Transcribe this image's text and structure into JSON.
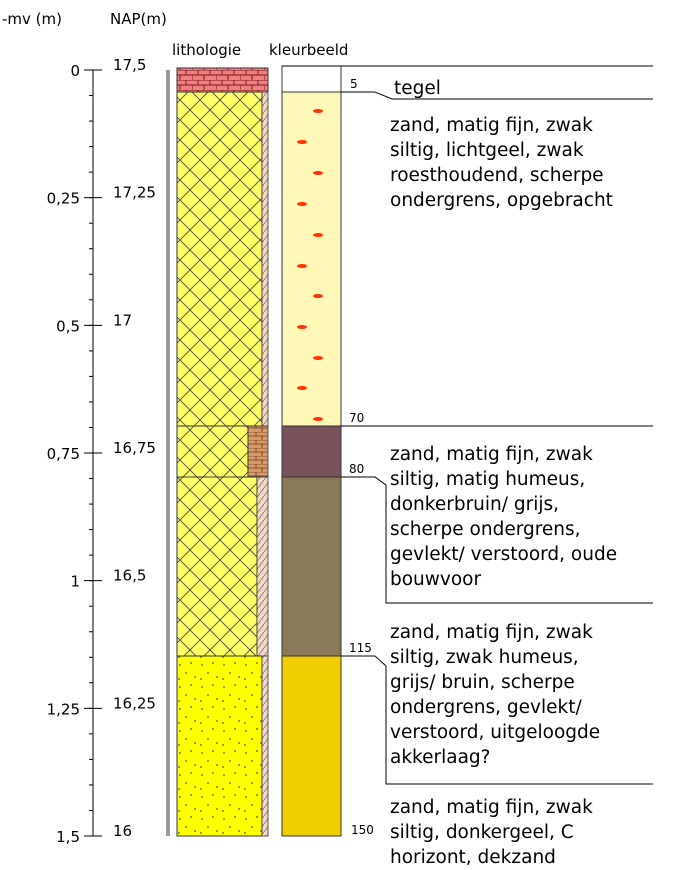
{
  "headers": {
    "mv": "-mv (m)",
    "nap": "NAP(m)",
    "lithologie": "lithologie",
    "kleurbeeld": "kleurbeeld"
  },
  "axis": {
    "mv_labels": [
      "0",
      "0,25",
      "0,5",
      "0,75",
      "1",
      "1,25",
      "1,5"
    ],
    "nap_labels": [
      "17,5",
      "17,25",
      "17",
      "16,75",
      "16,5",
      "16,25",
      "16"
    ]
  },
  "depth_labels": [
    "5",
    "70",
    "80",
    "115",
    "150"
  ],
  "layers": [
    {
      "top_cm": 0,
      "bottom_cm": 5,
      "lithology": "tegel",
      "color": "#ffffff"
    },
    {
      "top_cm": 5,
      "bottom_cm": 70,
      "lithology": "zand",
      "color": "#fff7b8"
    },
    {
      "top_cm": 70,
      "bottom_cm": 80,
      "lithology": "zand",
      "color": "#7a5259"
    },
    {
      "top_cm": 80,
      "bottom_cm": 115,
      "lithology": "zand",
      "color": "#8b7a5a"
    },
    {
      "top_cm": 115,
      "bottom_cm": 150,
      "lithology": "zand",
      "color": "#f0cf00"
    }
  ],
  "descriptions": [
    "tegel",
    "zand, matig fijn, zwak\nsiltig, lichtgeel, zwak\nroesthoudend, scherpe\nondergrens, opgebracht",
    "zand, matig fijn, zwak\nsiltig, matig humeus,\ndonkerbruin/ grijs,\nscherpe ondergrens,\ngevlekt/ verstoord, oude\nbouwvoor",
    "zand, matig fijn, zwak\nsiltig, zwak humeus,\ngrijs/ bruin, scherpe\nondergrens, gevlekt/\nverstoord, uitgeloogde\nakkerlaag?",
    "zand, matig fijn, zwak\nsiltig, donkergeel, C\nhorizont, dekzand"
  ],
  "colors": {
    "lithology_sand_yellow": "#ffff66",
    "lithology_fine_sand": "#ffff00",
    "tile": "#f08080",
    "mottle": "#ff3300",
    "axis_bar": "#999999"
  }
}
